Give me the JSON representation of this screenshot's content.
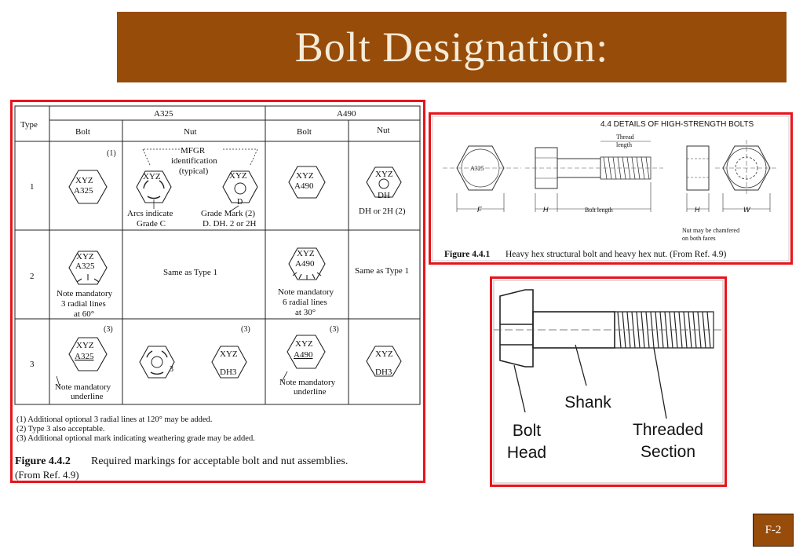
{
  "title": "Bolt Designation:",
  "page_label": "F-2",
  "table_figure": {
    "col_type": "Type",
    "grade_a325": "A325",
    "grade_a490": "A490",
    "col_bolt": "Bolt",
    "col_nut": "Nut",
    "row1_type": "1",
    "row2_type": "2",
    "row3_type": "3",
    "note_ref1": "(1)",
    "note_ref3": "(3)",
    "mark_xyz": "XYZ",
    "mark_a325": "A325",
    "mark_a490": "A490",
    "mark_d": "D",
    "mark_dh": "DH",
    "mark_dh3": "DH3",
    "mark_3": "3",
    "mfgr_1": "MFGR",
    "mfgr_2": "identification",
    "mfgr_3": "(typical)",
    "arcs_1": "Arcs indicate",
    "arcs_2": "Grade C",
    "grade_mark_1": "Grade Mark (2)",
    "grade_mark_2": "D. DH. 2 or 2H",
    "dh_or_2h": "DH or 2H (2)",
    "same_as_type1": "Same as Type 1",
    "same_as_type1_b": "Same as Type 1",
    "note_3radial_1": "Note mandatory",
    "note_3radial_2": "3 radial lines",
    "note_3radial_3": "at 60°",
    "note_6radial_1": "Note mandatory",
    "note_6radial_2": "6 radial lines",
    "note_6radial_3": "at 30°",
    "note_underline_1": "Note mandatory",
    "note_underline_2": "underline",
    "note_underline_3": "Note mandatory",
    "note_underline_4": "underline",
    "footnote_1": "(1)  Additional optional 3 radial lines at 120° may be added.",
    "footnote_2": "(2)  Type 3 also acceptable.",
    "footnote_3": "(3)  Additional optional mark indicating weathering grade may be added.",
    "caption_label": "Figure 4.4.2",
    "caption_text": "Required markings for acceptable bolt and nut assemblies.",
    "caption_ref": "(From Ref. 4.9)"
  },
  "hex_figure": {
    "section_title": "4.4   DETAILS OF HIGH-STRENGTH BOLTS",
    "head_mark": "A325",
    "thread_length_1": "Thread",
    "thread_length_2": "length",
    "dim_f": "F",
    "dim_h": "H",
    "dim_h2": "H",
    "dim_w": "W",
    "bolt_length": "Bolt length",
    "chamfer_note_1": "Nut may be chamfered",
    "chamfer_note_2": "on both faces",
    "caption_label": "Figure 4.4.1",
    "caption_text": "Heavy hex structural bolt and heavy hex nut. (From Ref. 4.9)"
  },
  "bolt_parts": {
    "shank": "Shank",
    "bolt_head_1": "Bolt",
    "bolt_head_2": "Head",
    "threaded_1": "Threaded",
    "threaded_2": "Section"
  }
}
